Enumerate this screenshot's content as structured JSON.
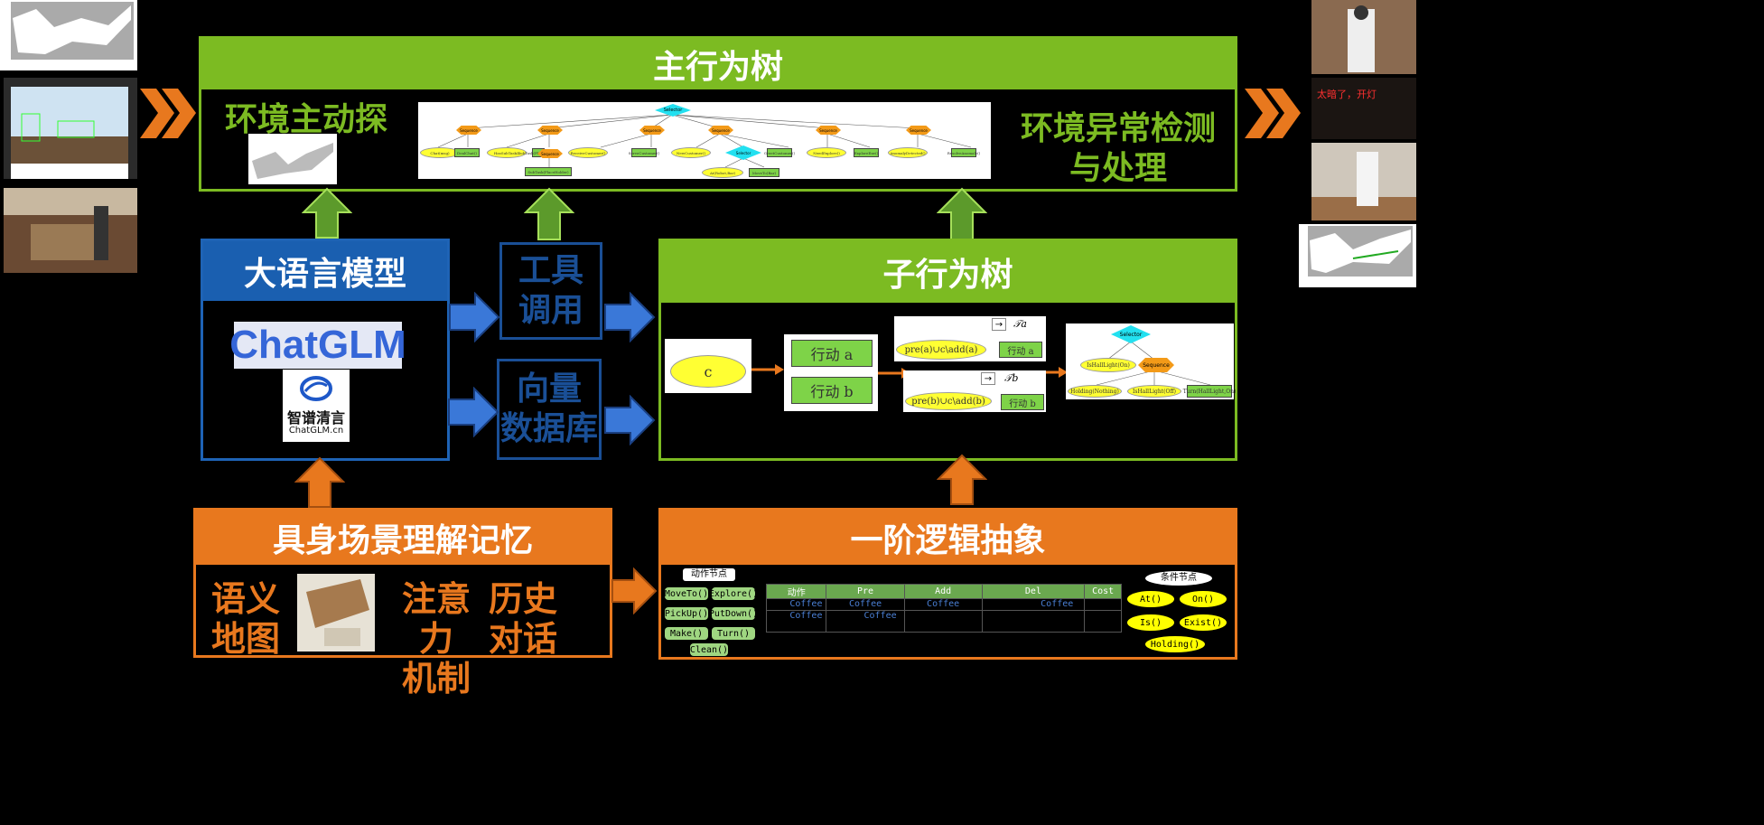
{
  "main_tree": {
    "title": "主行为树",
    "left_label": "环境主动探索",
    "right_label_1": "环境异常检测",
    "right_label_2": "与处理"
  },
  "sub_tree": {
    "title": "子行为树",
    "c_node": "c",
    "action_a": "行动 a",
    "action_b": "行动 b",
    "pre_a": "pre(a)∪c\\add(a)",
    "act_a": "行动 a",
    "pre_b": "pre(b)∪c\\add(b)",
    "act_b": "行动 b",
    "arrow_sym": "→",
    "t_a": "𝒯a",
    "t_b": "𝒯b"
  },
  "llm": {
    "title": "大语言模型",
    "brand": "ChatGLM",
    "org": "智谱清言",
    "site": "ChatGLM.cn"
  },
  "tools": {
    "line1": "工具",
    "line2": "调用"
  },
  "vector_db": {
    "line1": "向量",
    "line2": "数据库"
  },
  "memory": {
    "title": "具身场景理解记忆",
    "semantic_1": "语义",
    "semantic_2": "地图",
    "attention_1": "注意力",
    "attention_2": "机制",
    "history_1": "历史",
    "history_2": "对话"
  },
  "logic": {
    "title": "一阶逻辑抽象",
    "action_header": "动作节点",
    "actions": [
      "MoveTo()",
      "Explore()",
      "PickUp()",
      "PutDown()",
      "Make()",
      "Turn()",
      "Clean()"
    ],
    "condition_header": "条件节点",
    "conditions": [
      "At()",
      "On()",
      "Is()",
      "Exist()",
      "Holding()"
    ],
    "table_headers": [
      "动作",
      "Pre",
      "Add",
      "Del",
      "Cost"
    ],
    "table_cells": {
      "r1c1": "Coffee",
      "r1c2": "Coffee",
      "r1c3": "Coffee",
      "r1c4": "Coffee",
      "r2c1": "Coffee",
      "r2c2": "Coffee"
    }
  },
  "bt_main": {
    "selector": "Selector",
    "sequences": [
      "Sequence",
      "Sequence",
      "Sequence",
      "Sequence",
      "Sequence",
      "Sequence"
    ],
    "leaves_y": [
      "Chat(msg)",
      "HasSubTask()",
      "ReceiveCustomer()",
      "NewCustomer()",
      "NeedExplore()",
      "AnomalyDetected()"
    ],
    "leaves_g": [
      "DealChat()",
      "SubTask(PlaceHolder)",
      "ServeCustomer()",
      "GreetCustomer()",
      "ExploreEnv()",
      "ResolveAnomaly()"
    ],
    "sub_selector": "Selector",
    "sub_leaf_y": "At(Robot,Bar)",
    "sub_leaf_g": "MoveTo(Bar)"
  },
  "bt_sub": {
    "selector": "Selector",
    "sequence": "Sequence",
    "leaf1": "IsHallLight(On)",
    "leaf2": "Holding(Nothing)",
    "leaf3": "IsHallLight(Off)",
    "leaf4": "Turn(HallLight,On)"
  },
  "right_caption": "太暗了，开灯",
  "colors": {
    "green": "#7cbb22",
    "blue": "#1a5fb0",
    "orange": "#e8781e"
  }
}
